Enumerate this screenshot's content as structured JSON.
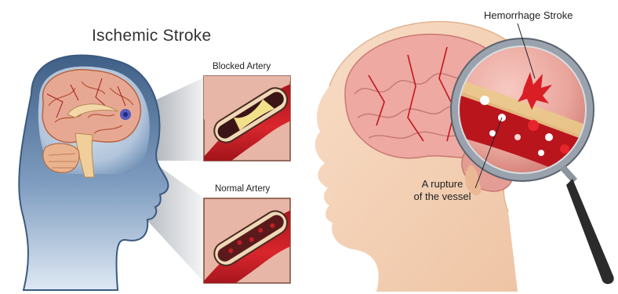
{
  "ischemic": {
    "title": "Ischemic Stroke",
    "blocked_label": "Blocked Artery",
    "normal_label": "Normal Artery"
  },
  "hemorrhagic": {
    "title": "Hemorrhage Stroke",
    "rupture_line1": "A rupture",
    "rupture_line2": "of the vessel"
  }
}
